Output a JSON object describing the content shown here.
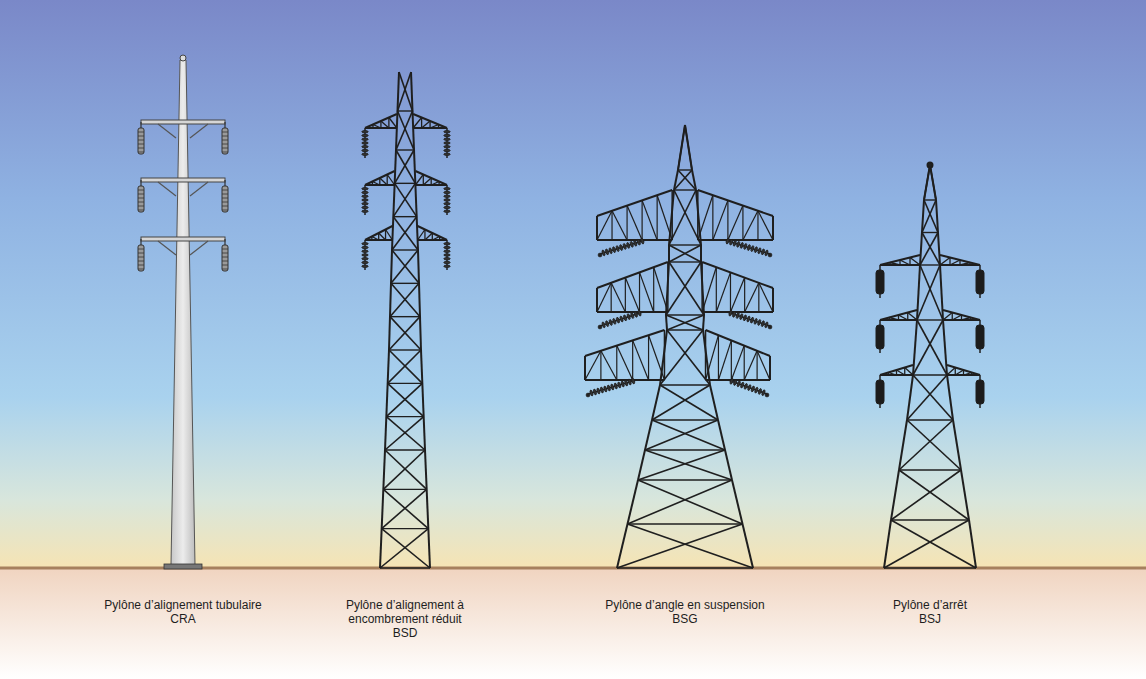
{
  "diagram": {
    "labels": [
      "Pylône d’alignement tubulaire",
      "CRA",
      "Pylône d’alignement à encombrement réduit",
      "BSD",
      "Pylône d’angle en suspension",
      "BSG",
      "Pylône d’arrêt",
      "BSJ"
    ]
  }
}
